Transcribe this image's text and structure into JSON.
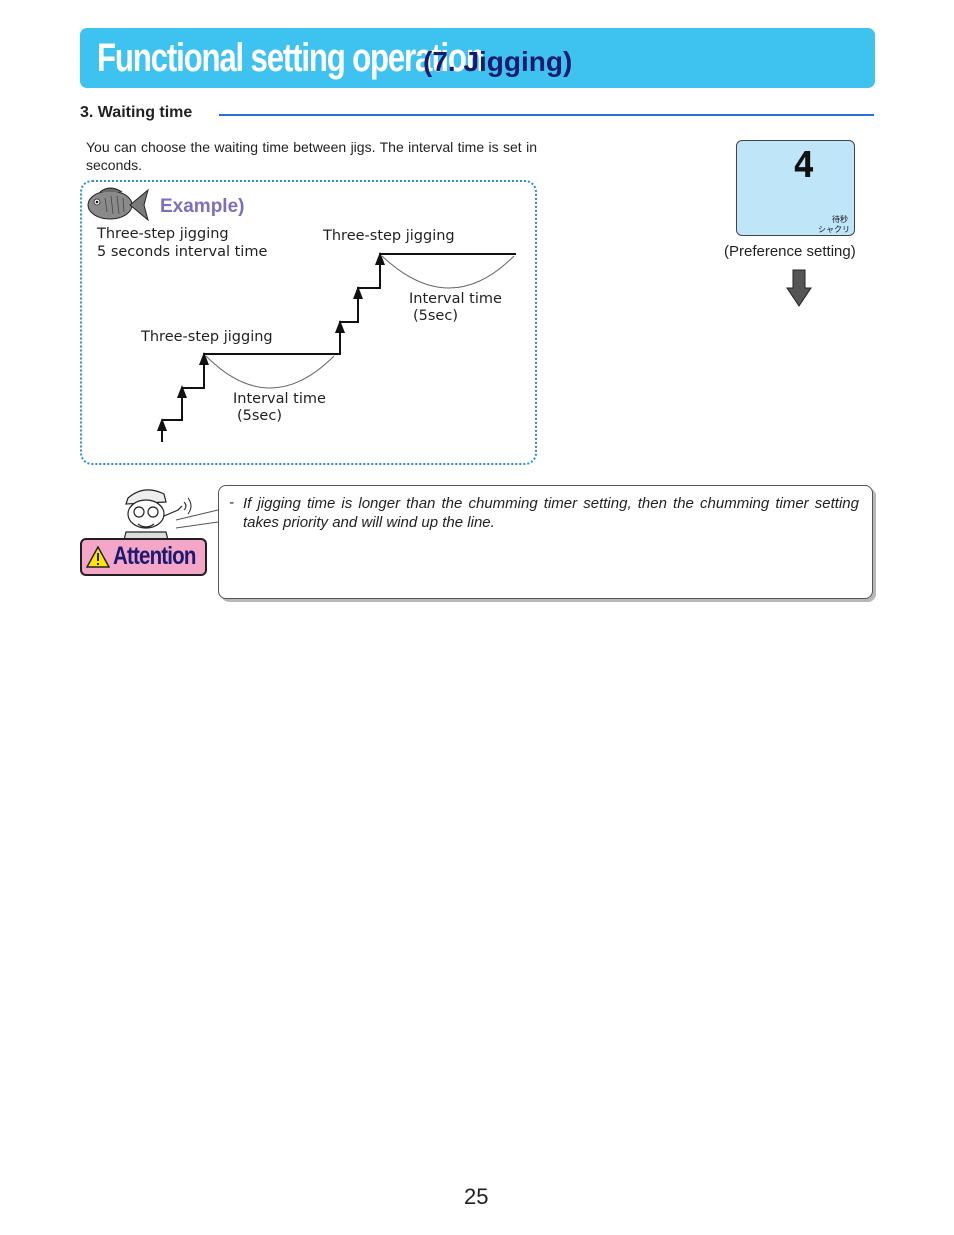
{
  "header": {
    "title_main": "Functional setting operation",
    "title_sub": "(7. Jigging)"
  },
  "section": {
    "title": "3. Waiting time",
    "description": "You can choose the waiting time between jigs. The interval time is set in seconds."
  },
  "example": {
    "label": "Example)",
    "caption_line1": "Three-step jigging",
    "caption_line2": "5 seconds interval time",
    "step_label_lower": "Three-step jigging",
    "step_label_upper": "Three-step jigging",
    "interval_lower_line1": "Interval time",
    "interval_lower_line2": "(5sec)",
    "interval_upper_line1": "Interval time",
    "interval_upper_line2": "(5sec)"
  },
  "display": {
    "digit": "4",
    "small_line1": "待秒",
    "small_line2": "シャクリ",
    "caption": "(Preference setting)"
  },
  "attention": {
    "label": "Attention",
    "dash": "-",
    "text": "If jigging time is longer than the chumming timer setting, then the chumming timer setting takes priority and will wind up the line."
  },
  "footer": {
    "page_number": "25"
  },
  "colors": {
    "banner": "#3ec3f0",
    "rule": "#2a6ed8",
    "attention_badge": "#f4a6c8",
    "example_label": "#7b6fc0",
    "lcd": "#bfe6f8"
  }
}
